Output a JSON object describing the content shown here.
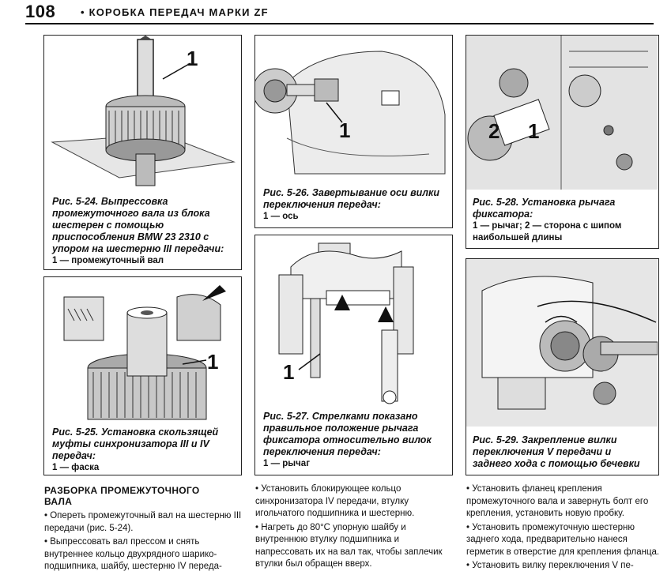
{
  "header": {
    "page_number": "108",
    "title": "• КОРОБКА ПЕРЕДАЧ МАРКИ ZF"
  },
  "figures": {
    "fig_5_24": {
      "caption": "Рис. 5-24. Выпрессовка промежуточного вала из блока шестерен с помощью приспособления BMW 23 2310 с упором на шестерню III передачи:",
      "legend": "1 — промежуточный вал",
      "callouts": [
        "1"
      ]
    },
    "fig_5_25": {
      "caption": "Рис. 5-25. Установка скользящей муфты синхронизатора III и IV передач:",
      "legend": "1 — фаска",
      "callouts": [
        "1"
      ]
    },
    "fig_5_26": {
      "caption": "Рис. 5-26. Завертывание оси вилки переключения передач:",
      "legend": "1 — ось",
      "callouts": [
        "1"
      ]
    },
    "fig_5_27": {
      "caption": "Рис. 5-27. Стрелками показано правильное положение рычага фиксатора относительно вилок переключения передач:",
      "legend": "1 — рычаг",
      "callouts": [
        "1"
      ]
    },
    "fig_5_28": {
      "caption": "Рис. 5-28. Установка рычага фиксатора:",
      "legend": "1 — рычаг; 2 — сторона с шипом наибольшей длины",
      "callouts": [
        "2",
        "1"
      ]
    },
    "fig_5_29": {
      "caption": "Рис. 5-29. Закрепление вилки переключения V передачи и заднего хода с помощью бечевки"
    }
  },
  "section_title": "РАЗБОРКА ПРОМЕЖУТОЧНОГО ВАЛА",
  "col1": [
    "Опереть промежуточный вал на шестерню III передачи (рис. 5-24).",
    "Выпрессовать вал прессом и снять внутреннее кольцо двухрядного шарико-подшипника, шайбу, шестерню IV переда-"
  ],
  "col2": [
    "Установить блокирующее кольцо синхронизатора IV передачи, втулку игольчатого подшипника и шестерню.",
    "Нагреть до 80°С упорную шайбу и внутреннюю втулку подшипника и напрессовать их на вал так, чтобы заплечик втулки был обращен вверх."
  ],
  "col3": [
    "Установить фланец крепления промежуточного вала и завернуть болт его крепления, установить новую пробку.",
    "Установить промежуточную шестерню заднего хода, предварительно нанеся герметик в отверстие для крепления фланца.",
    "Установить вилку переключения V пе-"
  ]
}
